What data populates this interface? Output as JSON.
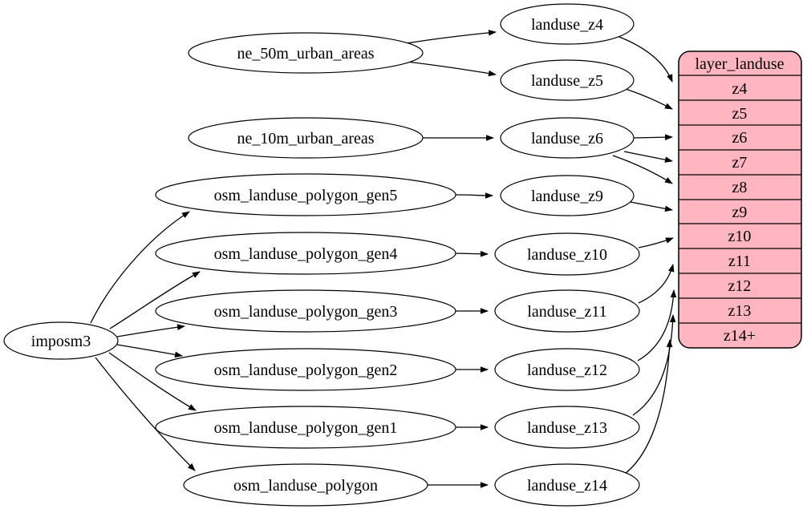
{
  "diagram": {
    "background_color": "#ffffff",
    "edge_color": "#000000",
    "nodes": [
      {
        "id": "imposm3",
        "label": "imposm3",
        "shape": "ellipse"
      },
      {
        "id": "ne_50m_urban_areas",
        "label": "ne_50m_urban_areas",
        "shape": "ellipse"
      },
      {
        "id": "ne_10m_urban_areas",
        "label": "ne_10m_urban_areas",
        "shape": "ellipse"
      },
      {
        "id": "osm_landuse_polygon_gen5",
        "label": "osm_landuse_polygon_gen5",
        "shape": "ellipse"
      },
      {
        "id": "osm_landuse_polygon_gen4",
        "label": "osm_landuse_polygon_gen4",
        "shape": "ellipse"
      },
      {
        "id": "osm_landuse_polygon_gen3",
        "label": "osm_landuse_polygon_gen3",
        "shape": "ellipse"
      },
      {
        "id": "osm_landuse_polygon_gen2",
        "label": "osm_landuse_polygon_gen2",
        "shape": "ellipse"
      },
      {
        "id": "osm_landuse_polygon_gen1",
        "label": "osm_landuse_polygon_gen1",
        "shape": "ellipse"
      },
      {
        "id": "osm_landuse_polygon",
        "label": "osm_landuse_polygon",
        "shape": "ellipse"
      },
      {
        "id": "landuse_z4",
        "label": "landuse_z4",
        "shape": "ellipse"
      },
      {
        "id": "landuse_z5",
        "label": "landuse_z5",
        "shape": "ellipse"
      },
      {
        "id": "landuse_z6",
        "label": "landuse_z6",
        "shape": "ellipse"
      },
      {
        "id": "landuse_z9",
        "label": "landuse_z9",
        "shape": "ellipse"
      },
      {
        "id": "landuse_z10",
        "label": "landuse_z10",
        "shape": "ellipse"
      },
      {
        "id": "landuse_z11",
        "label": "landuse_z11",
        "shape": "ellipse"
      },
      {
        "id": "landuse_z12",
        "label": "landuse_z12",
        "shape": "ellipse"
      },
      {
        "id": "landuse_z13",
        "label": "landuse_z13",
        "shape": "ellipse"
      },
      {
        "id": "landuse_z14",
        "label": "landuse_z14",
        "shape": "ellipse"
      }
    ],
    "table": {
      "id": "layer_landuse",
      "title": "layer_landuse",
      "fill_color": "#ffb6c1",
      "border_color": "#000000",
      "rows": [
        "z4",
        "z5",
        "z6",
        "z7",
        "z8",
        "z9",
        "z10",
        "z11",
        "z12",
        "z13",
        "z14+"
      ]
    },
    "edges": [
      {
        "from": "imposm3",
        "to": "osm_landuse_polygon_gen5"
      },
      {
        "from": "imposm3",
        "to": "osm_landuse_polygon_gen4"
      },
      {
        "from": "imposm3",
        "to": "osm_landuse_polygon_gen3"
      },
      {
        "from": "imposm3",
        "to": "osm_landuse_polygon_gen2"
      },
      {
        "from": "imposm3",
        "to": "osm_landuse_polygon_gen1"
      },
      {
        "from": "imposm3",
        "to": "osm_landuse_polygon"
      },
      {
        "from": "ne_50m_urban_areas",
        "to": "landuse_z4"
      },
      {
        "from": "ne_50m_urban_areas",
        "to": "landuse_z5"
      },
      {
        "from": "ne_10m_urban_areas",
        "to": "landuse_z6"
      },
      {
        "from": "osm_landuse_polygon_gen5",
        "to": "landuse_z9"
      },
      {
        "from": "osm_landuse_polygon_gen4",
        "to": "landuse_z10"
      },
      {
        "from": "osm_landuse_polygon_gen3",
        "to": "landuse_z11"
      },
      {
        "from": "osm_landuse_polygon_gen2",
        "to": "landuse_z12"
      },
      {
        "from": "osm_landuse_polygon_gen1",
        "to": "landuse_z13"
      },
      {
        "from": "osm_landuse_polygon",
        "to": "landuse_z14"
      },
      {
        "from": "landuse_z4",
        "to": "layer_landuse.z4"
      },
      {
        "from": "landuse_z5",
        "to": "layer_landuse.z5"
      },
      {
        "from": "landuse_z6",
        "to": "layer_landuse.z6"
      },
      {
        "from": "landuse_z6",
        "to": "layer_landuse.z7"
      },
      {
        "from": "landuse_z6",
        "to": "layer_landuse.z8"
      },
      {
        "from": "landuse_z9",
        "to": "layer_landuse.z9"
      },
      {
        "from": "landuse_z10",
        "to": "layer_landuse.z10"
      },
      {
        "from": "landuse_z11",
        "to": "layer_landuse.z11"
      },
      {
        "from": "landuse_z12",
        "to": "layer_landuse.z12"
      },
      {
        "from": "landuse_z13",
        "to": "layer_landuse.z13"
      },
      {
        "from": "landuse_z14",
        "to": "layer_landuse.z14+"
      }
    ]
  }
}
